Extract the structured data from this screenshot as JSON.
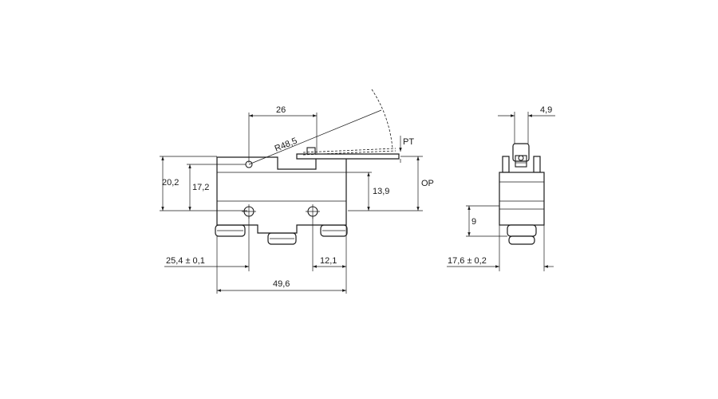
{
  "side_view": {
    "dim_26": "26",
    "dim_r48_5": "R48,5",
    "dim_pt": "PT",
    "dim_20_2": "20,2",
    "dim_17_2": "17,2",
    "dim_13_9": "13,9",
    "dim_op": "OP",
    "dim_25_4": "25,4 ± 0,1",
    "dim_12_1": "12,1",
    "dim_49_6": "49,6"
  },
  "end_view": {
    "dim_4_9": "4,9",
    "dim_9": "9",
    "dim_17_6": "17,6 ± 0,2"
  }
}
